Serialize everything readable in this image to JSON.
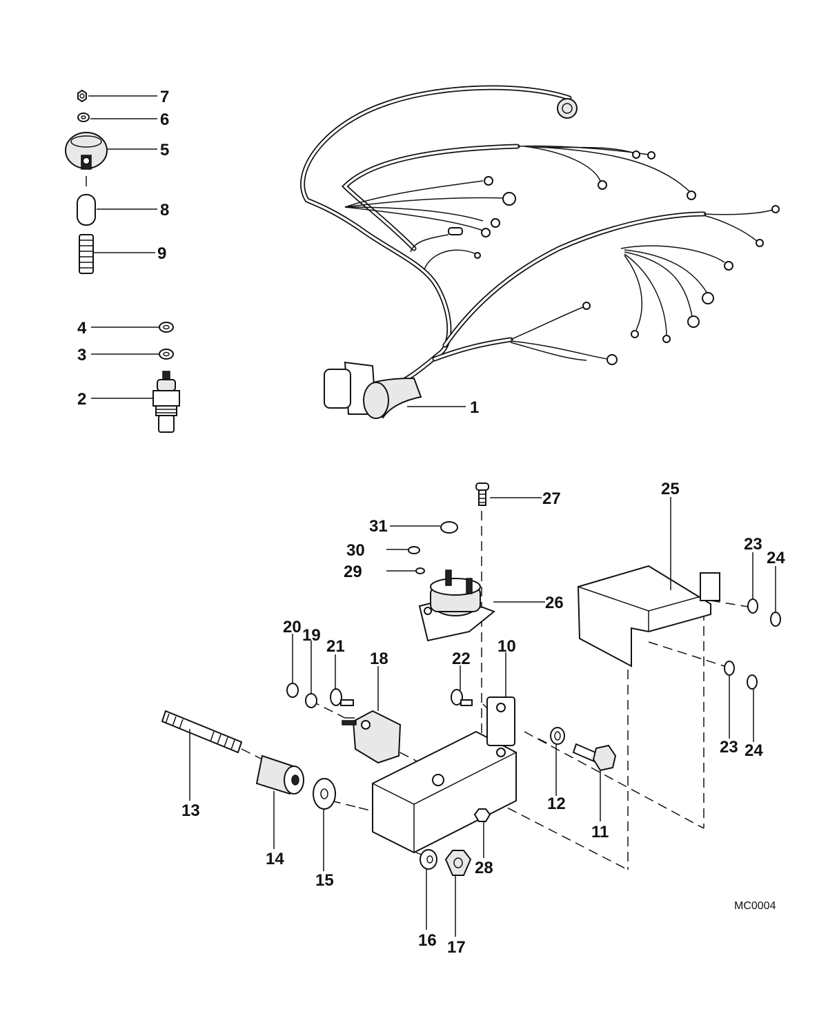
{
  "diagram": {
    "drawing_code": "MC0004",
    "callouts": [
      {
        "id": 1,
        "label": "1"
      },
      {
        "id": 2,
        "label": "2"
      },
      {
        "id": 3,
        "label": "3"
      },
      {
        "id": 4,
        "label": "4"
      },
      {
        "id": 5,
        "label": "5"
      },
      {
        "id": 6,
        "label": "6"
      },
      {
        "id": 7,
        "label": "7"
      },
      {
        "id": 8,
        "label": "8"
      },
      {
        "id": 9,
        "label": "9"
      },
      {
        "id": 10,
        "label": "10"
      },
      {
        "id": 11,
        "label": "11"
      },
      {
        "id": 12,
        "label": "12"
      },
      {
        "id": 13,
        "label": "13"
      },
      {
        "id": 14,
        "label": "14"
      },
      {
        "id": 15,
        "label": "15"
      },
      {
        "id": 16,
        "label": "16"
      },
      {
        "id": 17,
        "label": "17"
      },
      {
        "id": 18,
        "label": "18"
      },
      {
        "id": 19,
        "label": "19"
      },
      {
        "id": 20,
        "label": "20"
      },
      {
        "id": 21,
        "label": "21"
      },
      {
        "id": 22,
        "label": "22"
      },
      {
        "id": "23a",
        "label": "23"
      },
      {
        "id": "23b",
        "label": "23"
      },
      {
        "id": "24a",
        "label": "24"
      },
      {
        "id": "24b",
        "label": "24"
      },
      {
        "id": 25,
        "label": "25"
      },
      {
        "id": 26,
        "label": "26"
      },
      {
        "id": 27,
        "label": "27"
      },
      {
        "id": 28,
        "label": "28"
      },
      {
        "id": 29,
        "label": "29"
      },
      {
        "id": 30,
        "label": "30"
      },
      {
        "id": 31,
        "label": "31"
      }
    ]
  }
}
